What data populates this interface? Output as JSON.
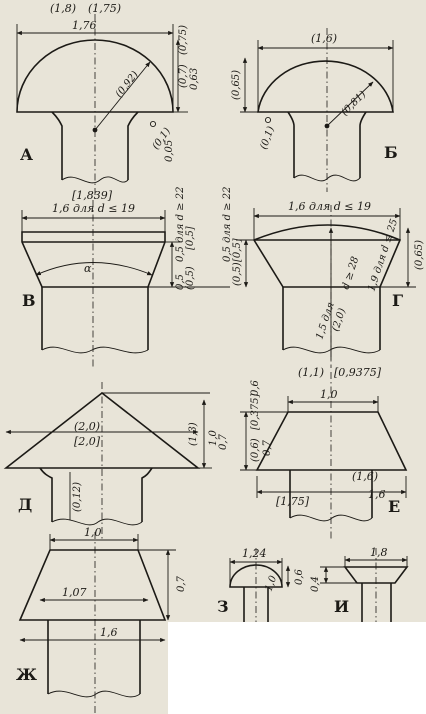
{
  "figure_labels": {
    "A": "А",
    "B": "Б",
    "V": "В",
    "G": "Г",
    "D": "Д",
    "E": "Е",
    "Zh": "Ж",
    "Z": "З",
    "I": "И"
  },
  "A": {
    "d1": "(1,8)",
    "d2": "(1,75)",
    "w": "1,76",
    "r": "(0,92)",
    "r2": "(0,1)",
    "h1": "(0,7)",
    "h2": "(0,75)",
    "h3": "0,63",
    "e": "0,05"
  },
  "B": {
    "w": "(1,6)",
    "h": "(0,65)",
    "r": "(0,81)",
    "r2": "(0,1)"
  },
  "V": {
    "d": "[1,839]",
    "w": "1,6 для d ≤ 19",
    "cond": "0,5 для d ≥ 22",
    "h1": "(0,5)",
    "h2": "[0,5]",
    "h3": "0,5",
    "angle": "α"
  },
  "G": {
    "w": "1,6 для d ≤ 19",
    "cond": "0,5 для d ≥ 22",
    "h1": "(0,5)",
    "h2": "[0,5]",
    "h": "(0,65)",
    "s1": "d ≥ 28",
    "s2": "1,9 для d ≤ 25",
    "s3": "1,5 для",
    "s4": "(2,0)"
  },
  "D": {
    "w1": "(2,0)",
    "w2": "[2,0]",
    "h1": "(1,3)",
    "h2": "1,0",
    "h3": "0,7",
    "e": "(0,12)"
  },
  "E": {
    "w1": "(1,1)",
    "w2": "[0,9375]",
    "w": "1,0",
    "h1": "0,6",
    "h2": "[0,375]",
    "h3": "0,7",
    "h4": "(0,6)",
    "w3": "(1,6)",
    "w4": "1,6",
    "w5": "[1,75]"
  },
  "Zh": {
    "w1": "1,0",
    "w2": "1,07",
    "w3": "1,6",
    "h": "0,7"
  },
  "Z": {
    "w": "1,24",
    "r": "1,0",
    "h": "0,6"
  },
  "I": {
    "w": "1,8",
    "h": "0,4"
  }
}
